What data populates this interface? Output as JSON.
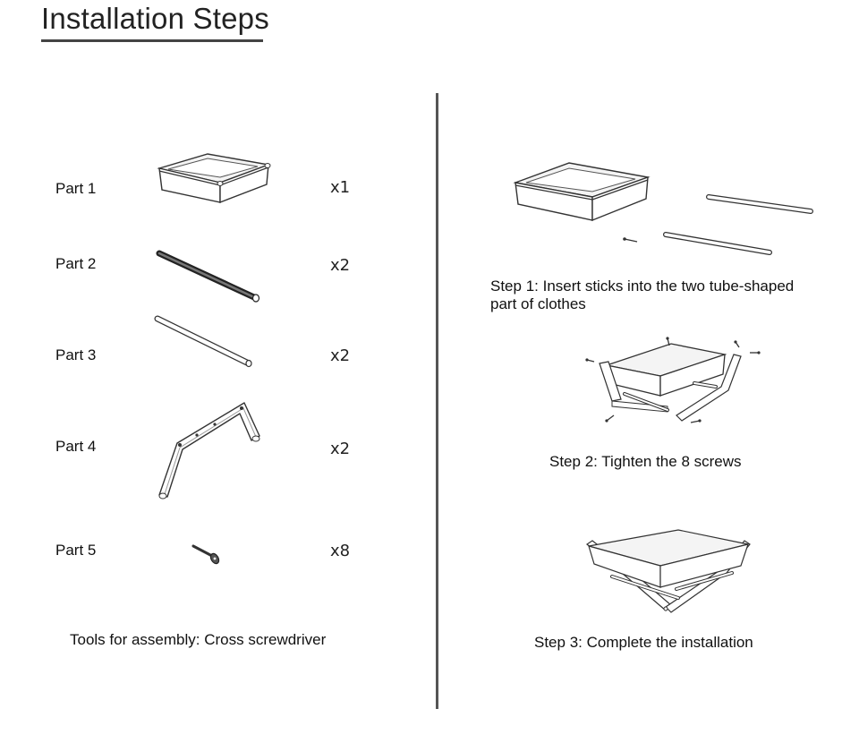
{
  "header": {
    "title": "Installation Steps"
  },
  "parts": [
    {
      "label": "Part 1",
      "qty": "x1",
      "icon": "drawer-box-icon"
    },
    {
      "label": "Part 2",
      "qty": "x2",
      "icon": "dark-rod-icon"
    },
    {
      "label": "Part 3",
      "qty": "x2",
      "icon": "light-rod-icon"
    },
    {
      "label": "Part 4",
      "qty": "x2",
      "icon": "bent-leg-frame-icon"
    },
    {
      "label": "Part 5",
      "qty": "x8",
      "icon": "screw-icon"
    }
  ],
  "tools": "Tools for assembly: Cross screwdriver",
  "steps": [
    {
      "text_line1": "Step 1: Insert sticks into the two tube-shaped",
      "text_line2": "part of clothes"
    },
    {
      "text": "Step 2: Tighten the 8 screws"
    },
    {
      "text": "Step 3: Complete the installation"
    }
  ],
  "colors": {
    "line": "#333333",
    "divider": "#555555",
    "fill": "#ffffff",
    "shade": "#dcdcdc"
  }
}
